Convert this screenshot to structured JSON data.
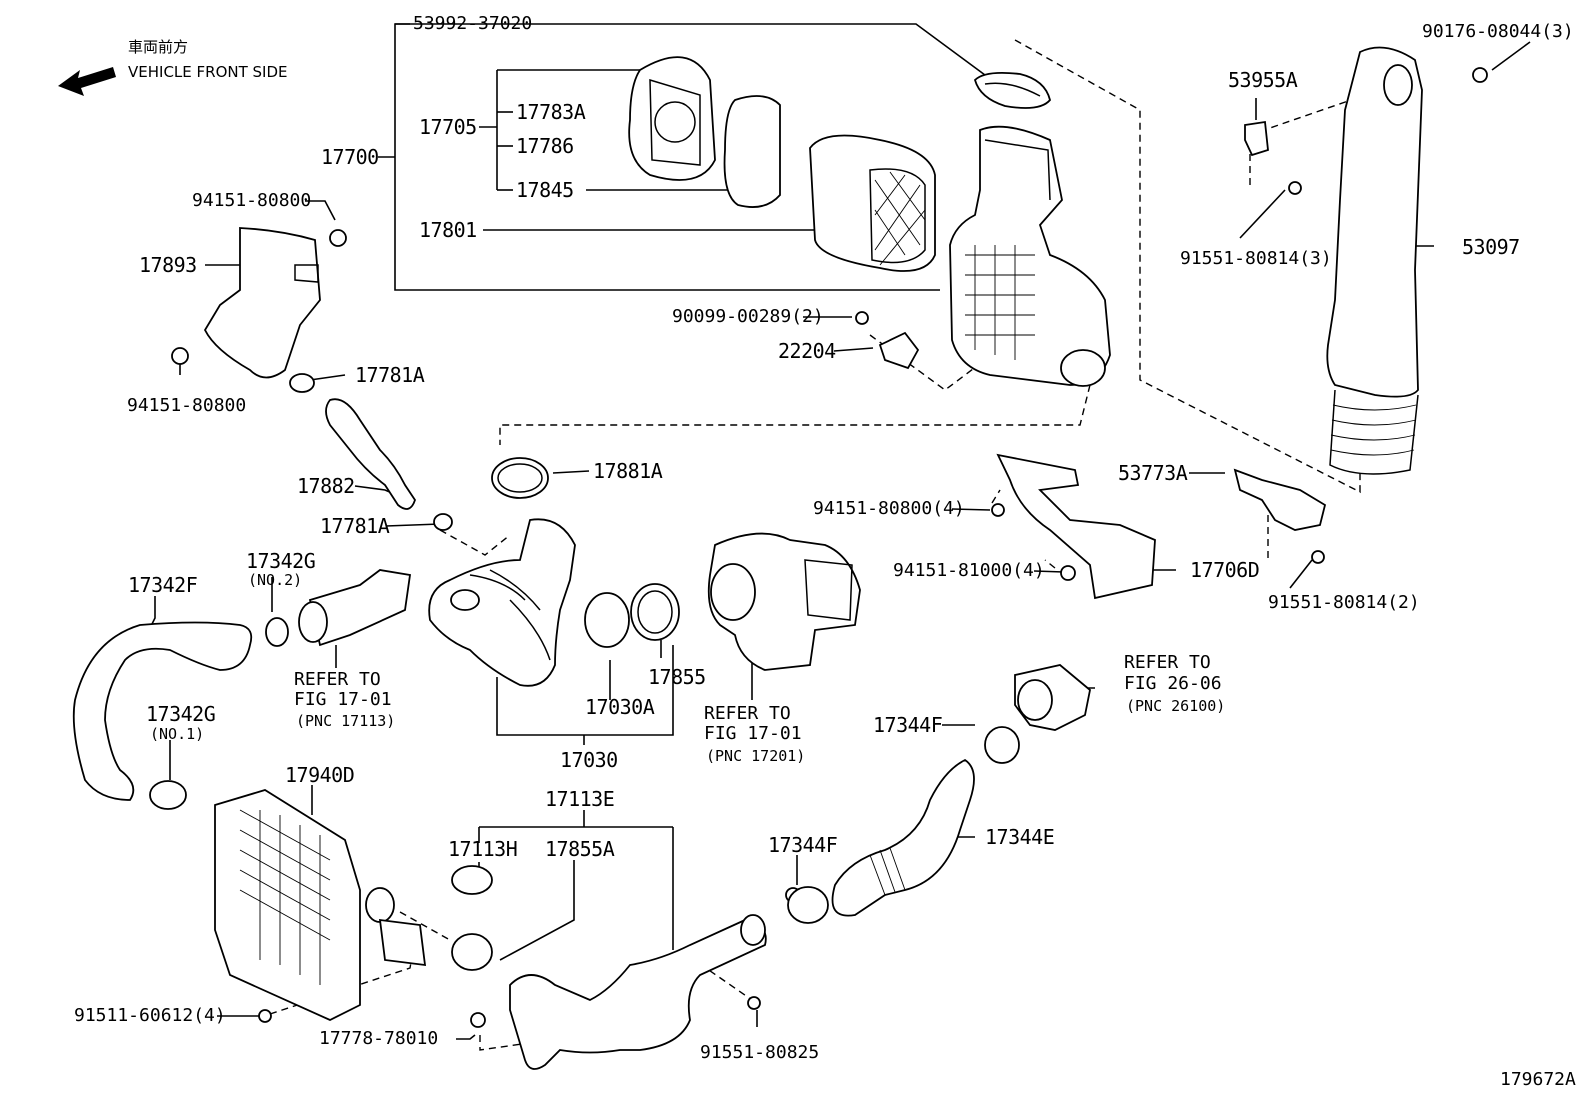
{
  "header": {
    "direction_jp": "車両前方",
    "direction_en": "VEHICLE FRONT SIDE",
    "direction_icon": "left-arrow-icon"
  },
  "footer": {
    "illustration_number": "179672A"
  },
  "labels": {
    "p53992": "53992-37020",
    "p90176": "90176-08044(3)",
    "p53955A": "53955A",
    "p17705": "17705",
    "p17783A": "17783A",
    "p17786": "17786",
    "p17845": "17845",
    "p17700": "17700",
    "p17801": "17801",
    "p94151_a": "94151-80800",
    "p17893": "17893",
    "p94151_b": "94151-80800",
    "p17781A_a": "17781A",
    "p17782": "17882",
    "p17781A_b": "17781A",
    "p90099": "90099-00289(2)",
    "p22204": "22204",
    "p91551_a": "91551-80814(3)",
    "p53097": "53097",
    "p17881A": "17881A",
    "p53773A": "53773A",
    "p94151_c": "94151-80800(4)",
    "p94151_d": "94151-81000(4)",
    "p17706D": "17706D",
    "p91551_b": "91551-80814(2)",
    "p17342F": "17342F",
    "p17342G_a": "17342G",
    "p17342G_a_note": "(NO.2)",
    "p17342G_b": "17342G",
    "p17342G_b_note": "(NO.1)",
    "p17855": "17855",
    "p17030A": "17030A",
    "p17030": "17030",
    "p17940D": "17940D",
    "p17113E": "17113E",
    "p17113H": "17113H",
    "p17855A": "17855A",
    "p17344F_a": "17344F",
    "p17344F_b": "17344F",
    "p17344E": "17344E",
    "p91511": "91511-60612(4)",
    "p17778": "17778-78010",
    "p91551_c": "91551-80825"
  },
  "references": {
    "ref1_line1": "REFER TO",
    "ref1_line2": "FIG 17-01",
    "ref1_line3": "(PNC 17113)",
    "ref2_line1": "REFER TO",
    "ref2_line2": "FIG 17-01",
    "ref2_line3": "(PNC 17201)",
    "ref3_line1": "REFER TO",
    "ref3_line2": "FIG 26-06",
    "ref3_line3": "(PNC 26100)"
  }
}
